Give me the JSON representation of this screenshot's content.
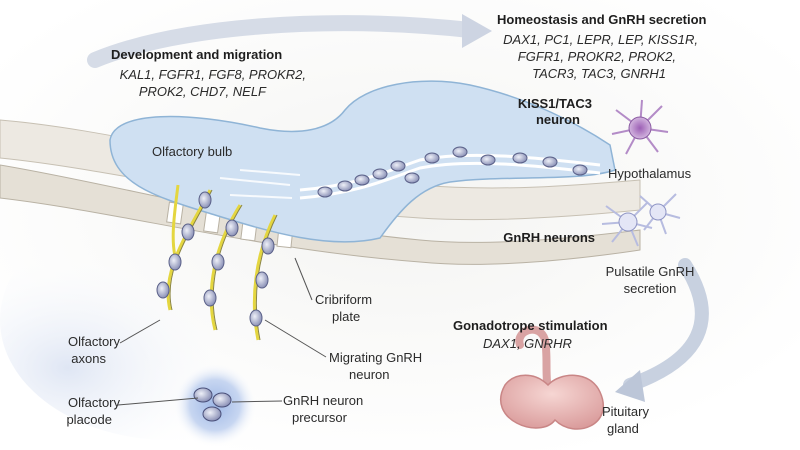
{
  "sections": {
    "development": {
      "title": "Development and migration",
      "genes_line1": "KAL1, FGFR1, FGF8, PROKR2,",
      "genes_line2": "PROK2, CHD7, NELF"
    },
    "homeostasis": {
      "title": "Homeostasis and GnRH secretion",
      "genes_line1": "DAX1, PC1, LEPR, LEP, KISS1R,",
      "genes_line2": "FGFR1, PROKR2, PROK2,",
      "genes_line3": "TACR3, TAC3, GNRH1"
    },
    "gonadotrope": {
      "title": "Gonadotrope stimulation",
      "genes": "DAX1, GNRHR"
    }
  },
  "labels": {
    "kiss1_line1": "KISS1/TAC3",
    "kiss1_line2": "neuron",
    "olfactory_bulb": "Olfactory bulb",
    "hypothalamus": "Hypothalamus",
    "gnrh_neurons": "GnRH neurons",
    "pulsatile_line1": "Pulsatile GnRH",
    "pulsatile_line2": "secretion",
    "cribriform_line1": "Cribriform",
    "cribriform_line2": "plate",
    "olfactory_axons_line1": "Olfactory",
    "olfactory_axons_line2": "axons",
    "migrating_line1": "Migrating GnRH",
    "migrating_line2": "neuron",
    "olfactory_placode_line1": "Olfactory",
    "olfactory_placode_line2": "placode",
    "precursor_line1": "GnRH neuron",
    "precursor_line2": "precursor",
    "pituitary_line1": "Pituitary",
    "pituitary_line2": "gland"
  },
  "colors": {
    "tissue_blue": "#cfe0f2",
    "tissue_outline": "#8fb4d6",
    "bone": "#e2ddd3",
    "axon_yellow": "#e4d640",
    "neuron_fill": "#b9bdd8",
    "kiss1_purple": "#b38bc7",
    "gnrh_star": "#d9dcf0",
    "pituitary_pink": "#e9b8b8",
    "arrow_grey": "#c8d1e0"
  }
}
